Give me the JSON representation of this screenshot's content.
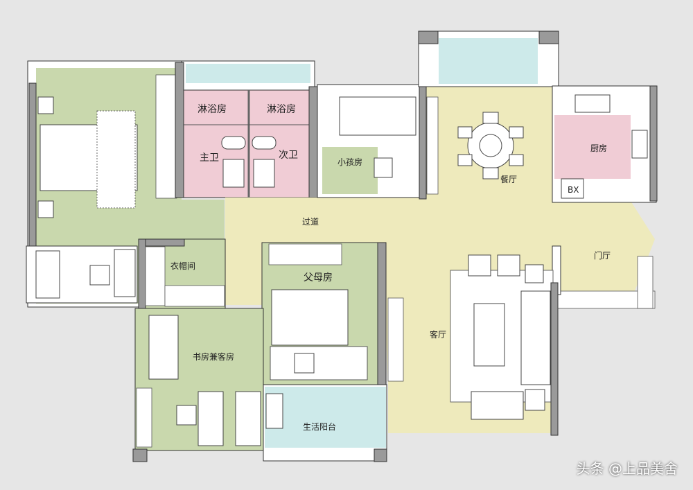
{
  "colors": {
    "background": "#e6e6e6",
    "bedroom": "#c9d8ad",
    "public": "#eeeabc",
    "wet": "#f0ccd5",
    "balcony": "#cdeaea",
    "wall": "#9a9a9a"
  },
  "rooms": {
    "shower_left": "淋浴房",
    "shower_right": "淋浴房",
    "master_bath": "主卫",
    "second_bath": "次卫",
    "kids_room": "小孩房",
    "dining": "餐厅",
    "kitchen": "厨房",
    "fridge": "BX",
    "corridor": "过道",
    "foyer": "门厅",
    "cloakroom": "衣帽间",
    "parents_room": "父母房",
    "living": "客厅",
    "study": "书房兼客房",
    "utility_balcony": "生活阳台"
  },
  "watermark": "头条 @上品美舍"
}
